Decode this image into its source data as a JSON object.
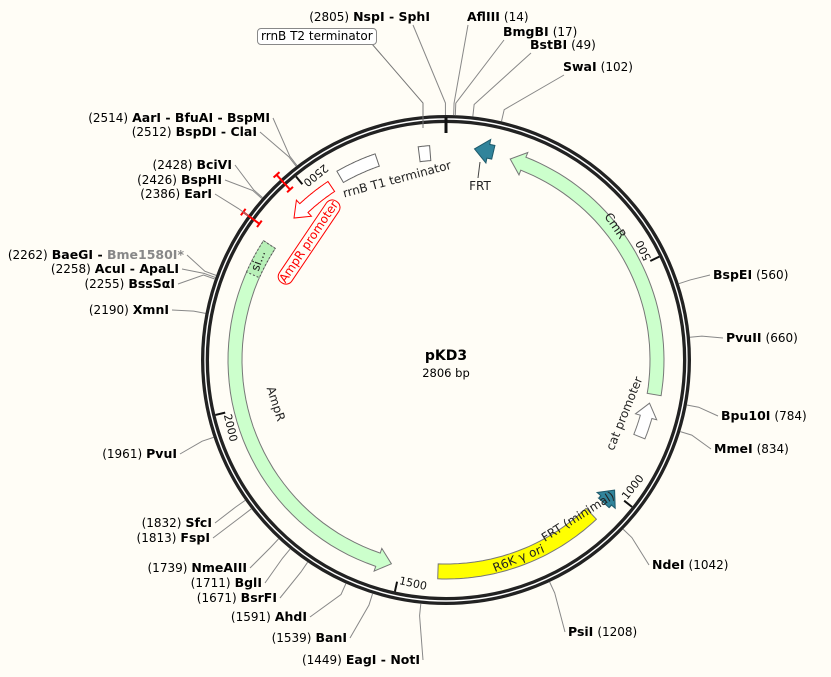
{
  "plasmid": {
    "name": "pKD3",
    "size_label": "2806 bp",
    "length_bp": 2806
  },
  "colors": {
    "ring": "#222222",
    "cmr": "#ccffcc",
    "ampr": "#ccffcc",
    "frt": "#31849b",
    "ori": "#ffff00",
    "promoter_red": "#ff0000",
    "unique_marker": "#ff0000",
    "background": "#fffdf6"
  },
  "features": [
    {
      "label": "FRT",
      "start": 60,
      "end": 100,
      "direction": "reverse",
      "type": "frt"
    },
    {
      "label": "CmR",
      "start": 138,
      "end": 775,
      "direction": "reverse",
      "type": "cds"
    },
    {
      "label": "cat promoter",
      "start": 795,
      "end": 870,
      "direction": "reverse",
      "type": "promoter"
    },
    {
      "label": "FRT (minimal)",
      "start": 995,
      "end": 1030,
      "direction": "reverse",
      "type": "frt"
    },
    {
      "label": "R6K γ ori",
      "start": 1065,
      "end": 1420,
      "direction": "none",
      "type": "ori"
    },
    {
      "label": "AmpR",
      "start": 1520,
      "end": 2363,
      "direction": "reverse",
      "type": "cds"
    },
    {
      "label": "si...",
      "start": 2290,
      "end": 2363,
      "direction": "none",
      "type": "signal"
    },
    {
      "label": "AmpR promoter",
      "start": 2440,
      "end": 2545,
      "direction": "reverse",
      "type": "ampr_promoter"
    },
    {
      "label": "rrnB T1 terminator",
      "start": 2572,
      "end": 2658,
      "direction": "none",
      "type": "terminator"
    },
    {
      "label": "rrnB T2 terminator",
      "start": 2748,
      "end": 2772,
      "direction": "none",
      "type": "terminator"
    }
  ],
  "ticks": [
    500,
    1000,
    1500,
    2000,
    2500
  ],
  "unique_markers": [
    2386,
    2475
  ],
  "sites": [
    {
      "pos": 2805,
      "pos_label": "(2805)",
      "enzymes": "NspI - SphI"
    },
    {
      "pos": 14,
      "pos_label": "(14)",
      "enzymes": "AflIII"
    },
    {
      "pos": 17,
      "pos_label": "(17)",
      "enzymes": "BmgBI"
    },
    {
      "pos": 49,
      "pos_label": "(49)",
      "enzymes": "BstBI"
    },
    {
      "pos": 102,
      "pos_label": "(102)",
      "enzymes": "SwaI"
    },
    {
      "pos": 560,
      "pos_label": "(560)",
      "enzymes": "BspEI"
    },
    {
      "pos": 660,
      "pos_label": "(660)",
      "enzymes": "PvuII"
    },
    {
      "pos": 784,
      "pos_label": "(784)",
      "enzymes": "Bpu10I"
    },
    {
      "pos": 834,
      "pos_label": "(834)",
      "enzymes": "MmeI"
    },
    {
      "pos": 1042,
      "pos_label": "(1042)",
      "enzymes": "NdeI"
    },
    {
      "pos": 1208,
      "pos_label": "(1208)",
      "enzymes": "PsiI"
    },
    {
      "pos": 1449,
      "pos_label": "(1449)",
      "enzymes": "EagI - NotI"
    },
    {
      "pos": 1539,
      "pos_label": "(1539)",
      "enzymes": "BanI"
    },
    {
      "pos": 1591,
      "pos_label": "(1591)",
      "enzymes": "AhdI"
    },
    {
      "pos": 1671,
      "pos_label": "(1671)",
      "enzymes": "BsrFI"
    },
    {
      "pos": 1711,
      "pos_label": "(1711)",
      "enzymes": "BglI"
    },
    {
      "pos": 1739,
      "pos_label": "(1739)",
      "enzymes": "NmeAIII"
    },
    {
      "pos": 1813,
      "pos_label": "(1813)",
      "enzymes": "FspI"
    },
    {
      "pos": 1832,
      "pos_label": "(1832)",
      "enzymes": "SfcI"
    },
    {
      "pos": 1961,
      "pos_label": "(1961)",
      "enzymes": "PvuI"
    },
    {
      "pos": 2190,
      "pos_label": "(2190)",
      "enzymes": "XmnI"
    },
    {
      "pos": 2255,
      "pos_label": "(2255)",
      "enzymes": "BssSαI"
    },
    {
      "pos": 2258,
      "pos_label": "(2258)",
      "enzymes": "AcuI - ApaLI"
    },
    {
      "pos": 2262,
      "pos_label": "(2262)",
      "enzymes": "BaeGI - ",
      "dim_enzymes": "Bme1580I*"
    },
    {
      "pos": 2386,
      "pos_label": "(2386)",
      "enzymes": "EarI"
    },
    {
      "pos": 2426,
      "pos_label": "(2426)",
      "enzymes": "BspHI"
    },
    {
      "pos": 2428,
      "pos_label": "(2428)",
      "enzymes": "BciVI"
    },
    {
      "pos": 2512,
      "pos_label": "(2512)",
      "enzymes": "BspDI - ClaI"
    },
    {
      "pos": 2514,
      "pos_label": "(2514)",
      "enzymes": "AarI - BfuAI - BspMI"
    }
  ]
}
